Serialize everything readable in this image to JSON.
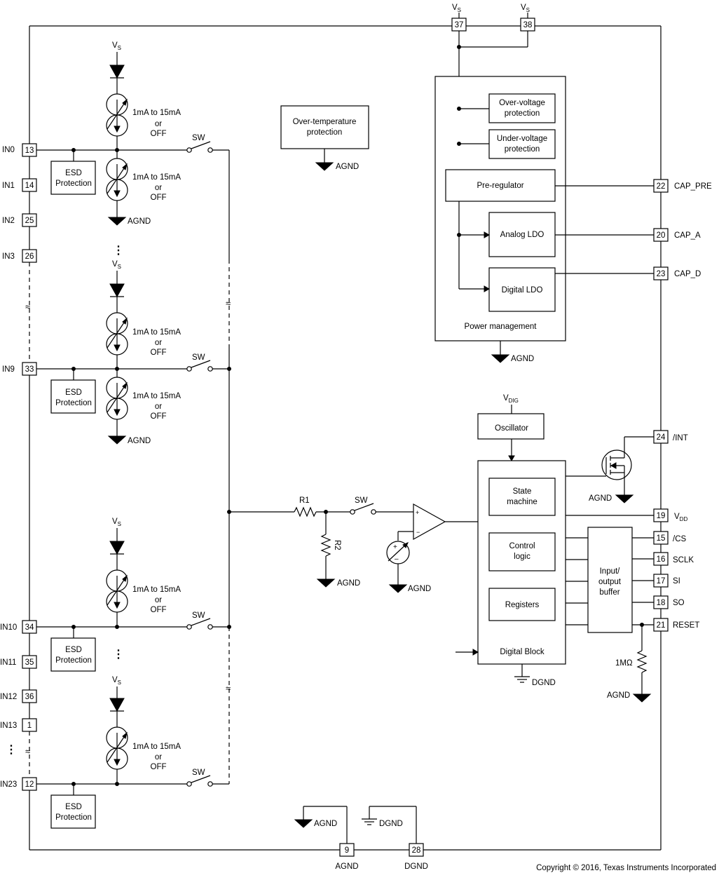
{
  "supply": "V",
  "supply_sub": "S",
  "vdig": "V",
  "vdig_sub": "DIG",
  "pins": {
    "p37": "37",
    "p38": "38",
    "p13": "13",
    "p14": "14",
    "p25": "25",
    "p26": "26",
    "p33": "33",
    "p34": "34",
    "p35": "35",
    "p36": "36",
    "p1": "1",
    "p12": "12",
    "p22": "22",
    "p20": "20",
    "p23": "23",
    "p24": "24",
    "p19": "19",
    "p15": "15",
    "p16": "16",
    "p17": "17",
    "p18": "18",
    "p21": "21",
    "p9": "9",
    "p28": "28"
  },
  "left_labels": {
    "in0": "IN0",
    "in1": "IN1",
    "in2": "IN2",
    "in3": "IN3",
    "in9": "IN9",
    "in10": "IN10",
    "in11": "IN11",
    "in12": "IN12",
    "in13": "IN13",
    "in23": "IN23"
  },
  "right_labels": {
    "cap_pre": "CAP_PRE",
    "cap_a": "CAP_A",
    "cap_d": "CAP_D",
    "int": "/INT",
    "vdd": "V",
    "vdd_sub": "DD",
    "cs": "/CS",
    "sclk": "SCLK",
    "si": "SI",
    "so": "SO",
    "reset": "RESET"
  },
  "bottom_labels": {
    "agnd": "AGND",
    "dgnd": "DGND"
  },
  "current_source": {
    "line1": "1mA to 15mA",
    "line2": "or",
    "line3": "OFF"
  },
  "esd": {
    "line1": "ESD",
    "line2": "Protection"
  },
  "sw": "SW",
  "agnd": "AGND",
  "dgnd": "DGND",
  "blocks": {
    "ot_1": "Over-temperature",
    "ot_2": "protection",
    "ov_1": "Over-voltage",
    "ov_2": "protection",
    "uv_1": "Under-voltage",
    "uv_2": "protection",
    "prereg": "Pre-regulator",
    "aldo": "Analog LDO",
    "dldo": "Digital LDO",
    "pm": "Power management",
    "osc": "Oscillator",
    "sm_1": "State",
    "sm_2": "machine",
    "cl_1": "Control",
    "cl_2": "logic",
    "regs": "Registers",
    "db": "Digital Block",
    "iob_1": "Input/",
    "iob_2": "output",
    "iob_3": "buffer"
  },
  "r1": "R1",
  "r2": "R2",
  "r_reset": "1MΩ",
  "copyright": "Copyright © 2016, Texas Instruments Incorporated"
}
